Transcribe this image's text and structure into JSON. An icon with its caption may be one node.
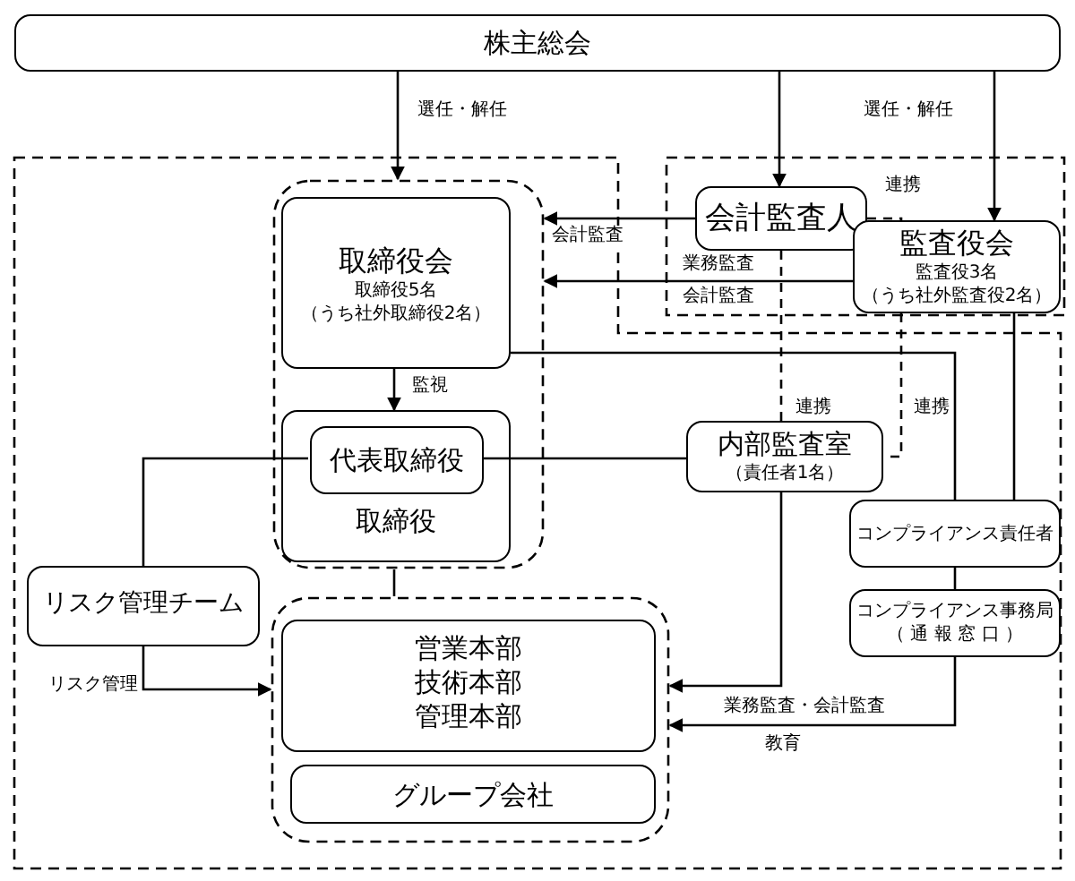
{
  "diagram": {
    "nodes": [
      {
        "text": [
          "株主総会"
        ]
      },
      {
        "text": [],
        "shape": "box"
      },
      {
        "text": [],
        "shape": "box"
      },
      {
        "text": [
          "会計監査人"
        ],
        "in": 2
      },
      {
        "text": [
          "監査役会",
          "監査役3名",
          "（うち社外監査役2名）"
        ],
        "in": 2
      },
      {
        "text": [],
        "shape": "box",
        "in": 1
      },
      {
        "text": [
          "取締役会",
          "取締役5名",
          "（うち社外取締役2名）"
        ],
        "in": 5
      },
      {
        "text": [
          "取締役"
        ],
        "in": 5
      },
      {
        "text": [
          "代表取締役"
        ],
        "in": 7
      },
      {
        "text": [
          "内部監査室",
          "（責任者1名）"
        ],
        "in": 1
      },
      {
        "text": [
          "リスク管理チーム"
        ],
        "in": 1
      },
      {
        "text": [
          "コンプライアンス責任者"
        ],
        "in": 1
      },
      {
        "text": [
          "コンプライアンス事務局",
          "（ 通 報 窓 口 ）"
        ],
        "in": 1
      },
      {
        "text": [],
        "shape": "box",
        "in": 1
      },
      {
        "text": [
          "営業本部",
          "技術本部",
          "管理本部"
        ],
        "in": 13
      },
      {
        "text": [
          "グループ会社"
        ],
        "in": 13
      }
    ],
    "edges": [
      {
        "from": 0,
        "to": 5,
        "arrow": "to",
        "label": "選任・解任"
      },
      {
        "from": 0,
        "to": 3,
        "arrow": "to"
      },
      {
        "from": 0,
        "to": 4,
        "arrow": "to",
        "label": "選任・解任"
      },
      {
        "from": 3,
        "to": 5,
        "arrow": "to",
        "label": "会計監査"
      },
      {
        "from": 4,
        "to": 5,
        "arrow": "to",
        "label": "業務監査"
      },
      {
        "from": 3,
        "to": 4,
        "arrow": "none",
        "style": "dashed",
        "label": "連携"
      },
      {
        "from": 4,
        "to": 9,
        "arrow": "none",
        "style": "dashed",
        "label": "連携"
      },
      {
        "from": 3,
        "to": 9,
        "arrow": "none",
        "style": "dashed",
        "label": "連携"
      },
      {
        "from": 6,
        "to": 11,
        "arrow": "none"
      },
      {
        "from": 4,
        "to": 11,
        "arrow": "none"
      },
      {
        "from": 6,
        "to": 7,
        "arrow": "to",
        "label": "監視"
      },
      {
        "from": 8,
        "to": 9,
        "arrow": "none"
      },
      {
        "from": 8,
        "to": 10,
        "arrow": "none"
      },
      {
        "from": 10,
        "to": 13,
        "arrow": "to",
        "label": "リスク管理"
      },
      {
        "from": 9,
        "to": 13,
        "arrow": "to",
        "label": "業務監査・会計監査"
      },
      {
        "from": 12,
        "to": 13,
        "arrow": "to",
        "label": "教育"
      },
      {
        "from": 11,
        "to": 12,
        "arrow": "none"
      },
      {
        "from": 5,
        "to": 13,
        "arrow": "none"
      }
    ],
    "labels": [
      "会計監査"
    ]
  }
}
